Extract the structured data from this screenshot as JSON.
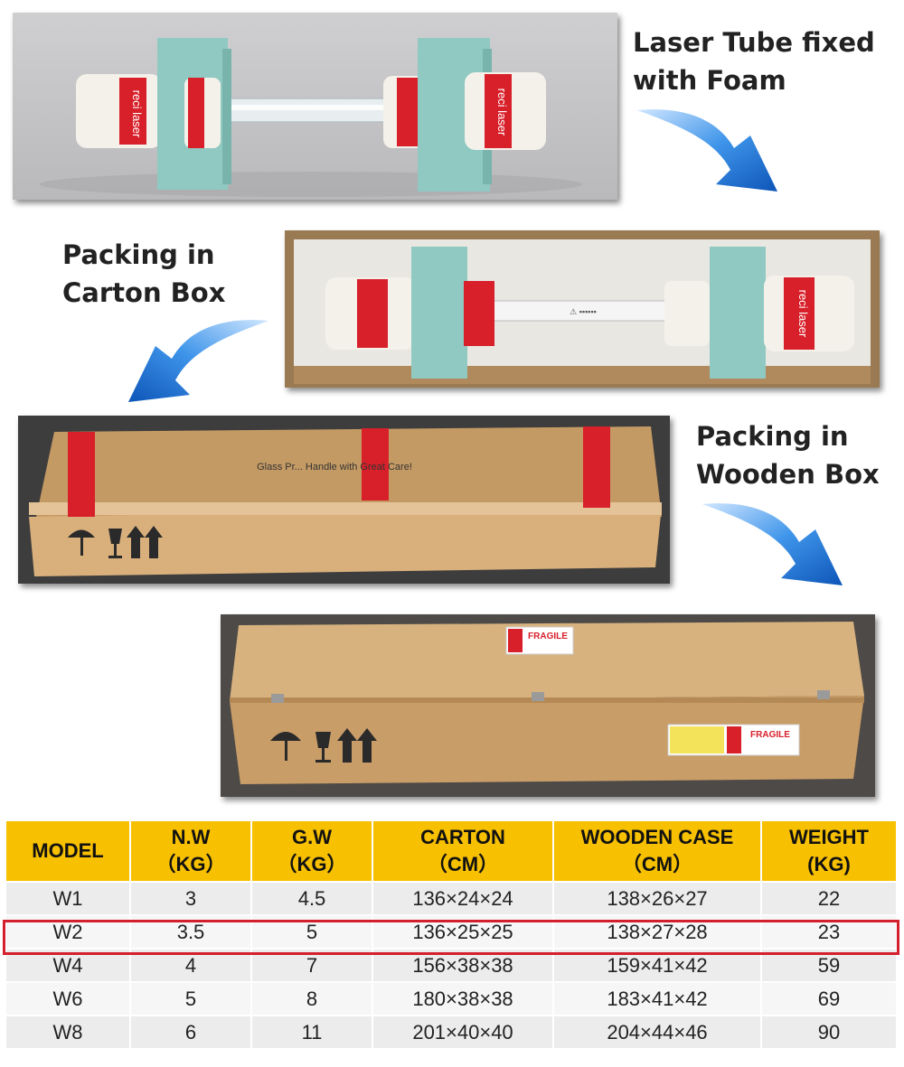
{
  "captions": {
    "step1_line1": "Laser Tube fixed",
    "step1_line2": "with Foam",
    "step2_line1": "Packing in",
    "step2_line2": "Carton Box",
    "step3_line1": "Packing in",
    "step3_line2": "Wooden Box"
  },
  "photo_labels": {
    "tape_text": "reci laser",
    "carton_print": "Glass Pr... Handle with Great Care!",
    "fragile": "FRAGILE"
  },
  "colors": {
    "arrow_blue": "#1f7fe0",
    "header_yellow": "#f7c000",
    "highlight_red": "#d4202c",
    "tape_red": "#d8202a",
    "foam_green": "#8fc9c2"
  },
  "table": {
    "headers": [
      {
        "line1": "MODEL",
        "line2": ""
      },
      {
        "line1": "N.W",
        "line2": "（KG）"
      },
      {
        "line1": "G.W",
        "line2": "（KG）"
      },
      {
        "line1": "CARTON",
        "line2": "（CM）"
      },
      {
        "line1": "WOODEN CASE",
        "line2": "（CM）"
      },
      {
        "line1": "WEIGHT",
        "line2": "(KG)"
      }
    ],
    "rows": [
      [
        "W1",
        "3",
        "4.5",
        "136×24×24",
        "138×26×27",
        "22"
      ],
      [
        "W2",
        "3.5",
        "5",
        "136×25×25",
        "138×27×28",
        "23"
      ],
      [
        "W4",
        "4",
        "7",
        "156×38×38",
        "159×41×42",
        "59"
      ],
      [
        "W6",
        "5",
        "8",
        "180×38×38",
        "183×41×42",
        "69"
      ],
      [
        "W8",
        "6",
        "11",
        "201×40×40",
        "204×44×46",
        "90"
      ]
    ],
    "highlighted_row": "W2"
  }
}
